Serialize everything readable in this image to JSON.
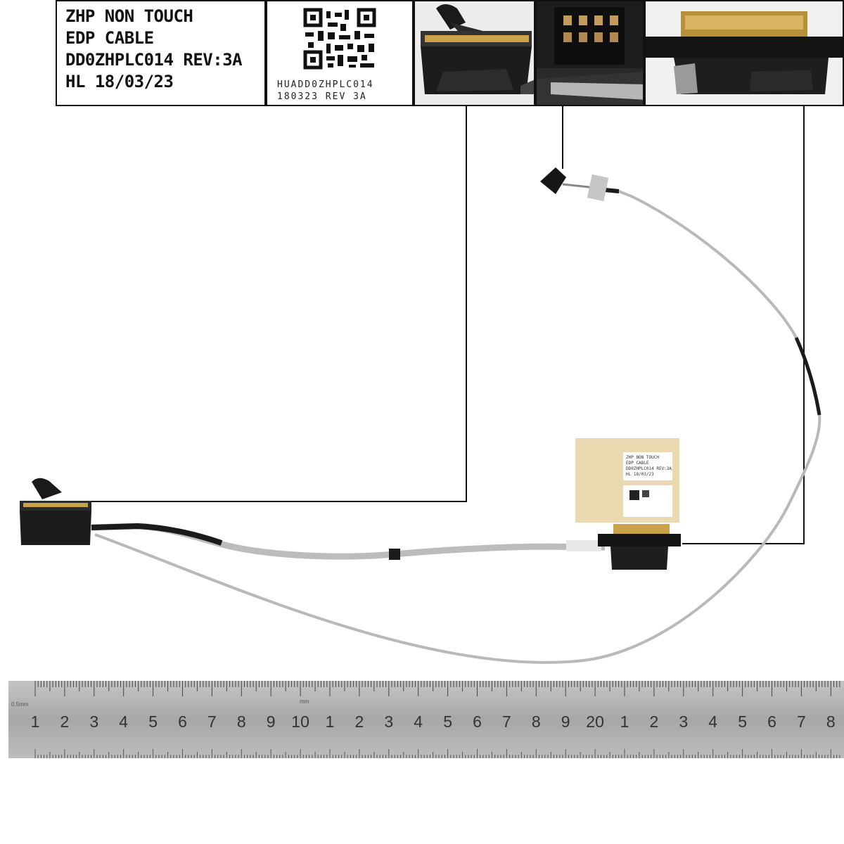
{
  "product_label": {
    "lines": [
      "ZHP NON TOUCH",
      "EDP CABLE",
      "DD0ZHPLC014  REV:3A",
      "HL 18/03/23"
    ]
  },
  "qr_label": {
    "line1": "HUADD0ZHPLC014",
    "line2": "180323  REV 3A"
  },
  "ruler": {
    "unit_mm": "0.5mm",
    "unit_label": "mm",
    "numbers": [
      "1",
      "2",
      "3",
      "4",
      "5",
      "6",
      "7",
      "8",
      "9",
      "10",
      "1",
      "2",
      "3",
      "4",
      "5",
      "6",
      "7",
      "8",
      "9",
      "20",
      "1",
      "2",
      "3",
      "4",
      "5",
      "6",
      "7",
      "8"
    ]
  },
  "colors": {
    "cable_grey": "#b9b9b9",
    "cable_black": "#1b1b1b",
    "connector_gold": "#c9a24a",
    "ruler_steel": "#a9a9a9",
    "label_yellow": "#ead9b0"
  }
}
